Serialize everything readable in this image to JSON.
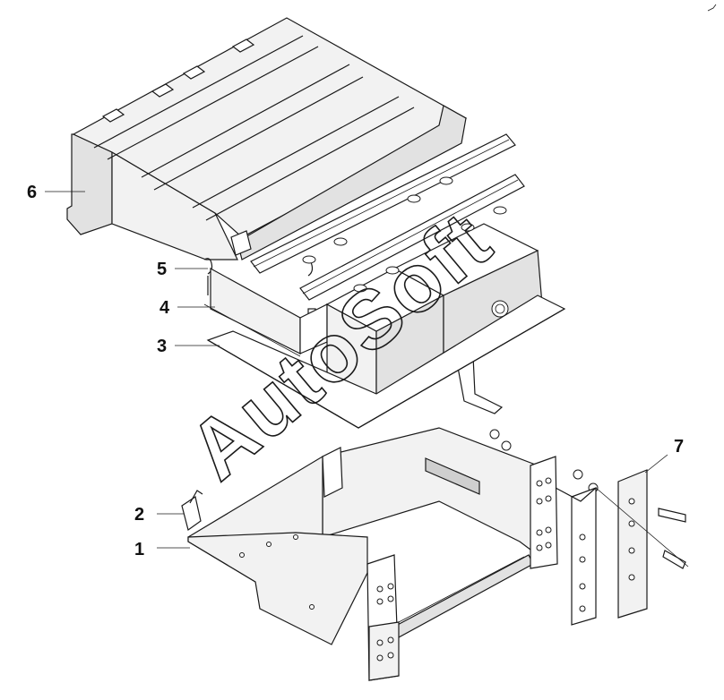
{
  "callouts": [
    {
      "id": "1",
      "text": "1"
    },
    {
      "id": "2",
      "text": "2"
    },
    {
      "id": "3",
      "text": "3"
    },
    {
      "id": "4",
      "text": "4"
    },
    {
      "id": "5",
      "text": "5"
    },
    {
      "id": "6",
      "text": "6"
    },
    {
      "id": "7",
      "text": "7"
    }
  ],
  "watermark": {
    "text": "AutoSoft"
  }
}
